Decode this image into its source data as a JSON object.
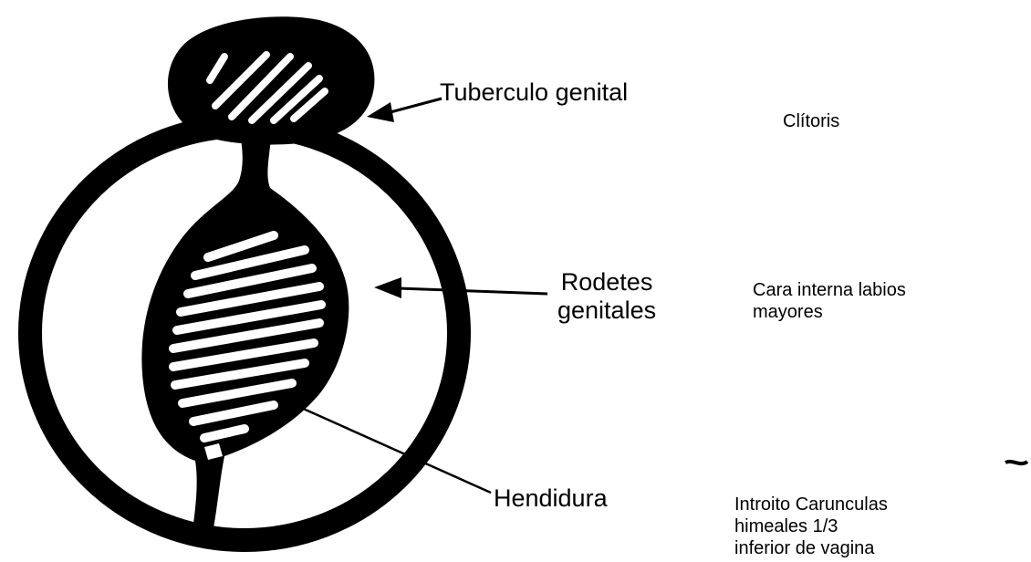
{
  "labels": {
    "tuberculo_genital": "Tuberculo genital",
    "clitoris": "Clítoris",
    "rodetes_genitales_line1": "Rodetes",
    "rodetes_genitales_line2": "genitales",
    "cara_interna_line1": "Cara interna labios",
    "cara_interna_line2": "mayores",
    "hendidura": "Hendidura",
    "introito_line1": "Introito Carunculas",
    "introito_line2": "himeales 1/3",
    "introito_line3": "inferior de vagina"
  },
  "colors": {
    "ink": "#000000",
    "background": "#ffffff"
  }
}
